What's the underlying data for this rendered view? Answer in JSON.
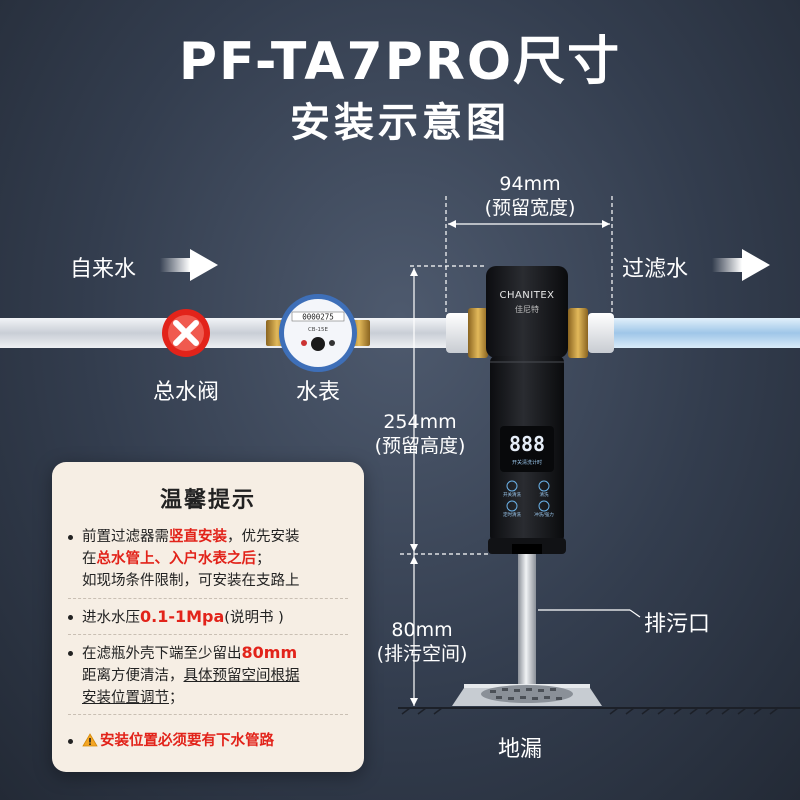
{
  "title": {
    "line1": "PF-TA7PRO尺寸",
    "line2": "安装示意图"
  },
  "flow": {
    "inlet_label": "自来水",
    "outlet_label": "过滤水"
  },
  "parts": {
    "main_valve_label": "总水阀",
    "meter_label": "水表",
    "meter_reading": "0000275",
    "meter_model": "CB-15E",
    "drain_outlet_label": "排污口",
    "floor_drain_label": "地漏"
  },
  "dimensions": {
    "width_value": "94mm",
    "width_note": "(预留宽度)",
    "height_value": "254mm",
    "height_note": "(预留高度)",
    "drain_value": "80mm",
    "drain_note": "(排污空间)"
  },
  "device": {
    "brand": "CHANITEX",
    "brand_cn": "佳尼特",
    "display_digits": "888",
    "display_caption": "开关清洗计时",
    "button_left_top": "开关清洗",
    "button_right_top": "清洗",
    "button_left_bottom": "定时清洗",
    "button_right_bottom": "冲洗/强力"
  },
  "tips": {
    "title": "温馨提示",
    "t1_a": "前置过滤器需",
    "t1_b": "竖直安装",
    "t1_c": "，优先安装",
    "t1_d": "在",
    "t1_e": "总水管上、入户水表之后",
    "t1_f": "；",
    "t1_g": "如现场条件限制，可安装在支路上",
    "t2_a": "进水水压",
    "t2_b": "0.1-1Mpa",
    "t2_c": "(说明书 )",
    "t3_a": "在滤瓶外壳下端至少留出",
    "t3_b": "80mm",
    "t3_c": "距离方便清洁，",
    "t3_d": "具体预留空间根据",
    "t3_e": "安装位置调节",
    "t3_f": "；",
    "t4": "安装位置必须要有下水管路"
  },
  "colors": {
    "pipe_in": "#d9dde3",
    "pipe_out": "#bcd9f2",
    "warning_red": "#e2231a",
    "brass": "#c79a3a"
  }
}
